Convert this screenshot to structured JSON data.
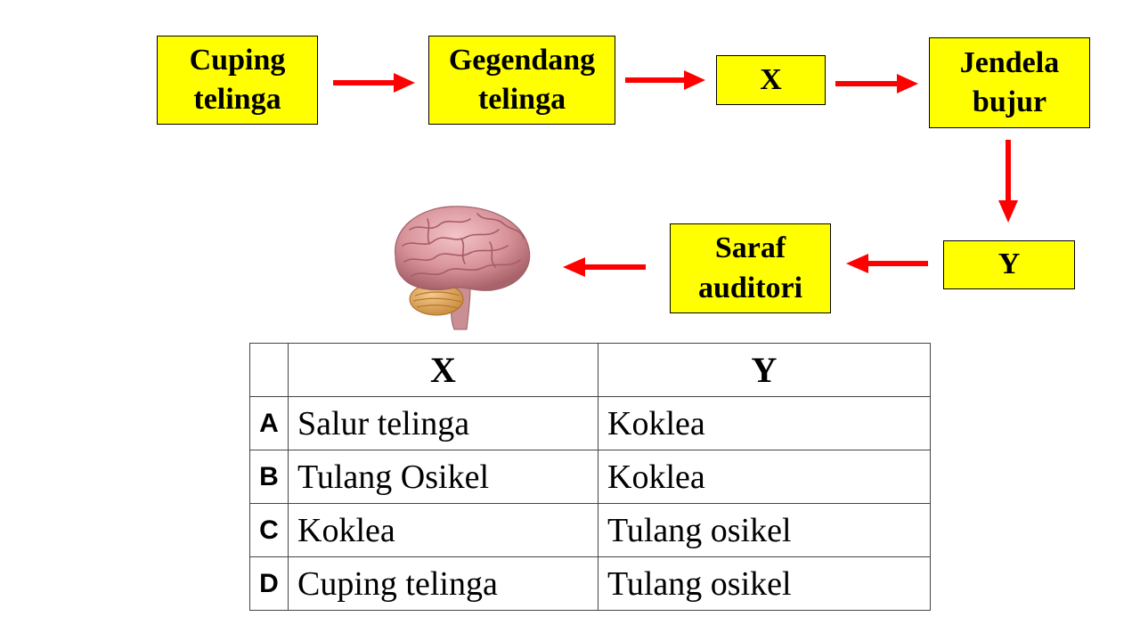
{
  "flow": {
    "nodes": {
      "cuping": "Cuping\ntelinga",
      "gegendang": "Gegendang\ntelinga",
      "x": "X",
      "jendela": "Jendela\nbujur",
      "y": "Y",
      "saraf": "Saraf\nauditori"
    },
    "box_color": "#ffff00",
    "arrow_color": "#ff0000",
    "end_image": "brain-image"
  },
  "table": {
    "headers": [
      "",
      "X",
      "Y"
    ],
    "rows": [
      {
        "option": "A",
        "x": "Salur telinga",
        "y": "Koklea"
      },
      {
        "option": "B",
        "x": "Tulang Osikel",
        "y": "Koklea"
      },
      {
        "option": "C",
        "x": "Koklea",
        "y": "Tulang osikel"
      },
      {
        "option": "D",
        "x": "Cuping telinga",
        "y": "Tulang osikel"
      }
    ]
  }
}
